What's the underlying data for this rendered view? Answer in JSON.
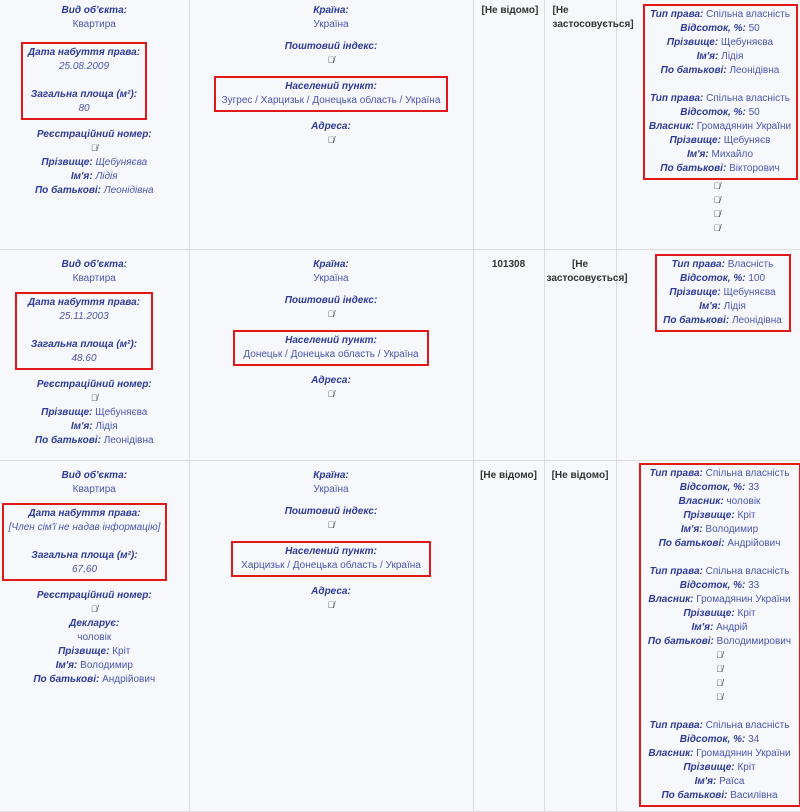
{
  "labels": {
    "object_type": "Вид об'єкта:",
    "acquired": "Дата набуття права:",
    "area": "Загальна площа (м²):",
    "reg_no": "Реєстраційний номер:",
    "surname": "Прізвище:",
    "name": "Ім'я:",
    "patronymic": "По батькові:",
    "country": "Країна:",
    "postal": "Поштовий індекс:",
    "locality": "Населений пункт:",
    "address": "Адреса:",
    "right_type": "Тип права:",
    "share": "Відсоток, %:",
    "owner": "Власник:",
    "declarant": "Декларує:"
  },
  "rows": [
    {
      "object_type": "Квартира",
      "acquired": "25.08.2009",
      "area": "80",
      "surname": "Щебуняєва",
      "name": "Лідія",
      "patronymic": "Леонідівна",
      "country": "Україна",
      "locality": "Зугрес / Харцизьк / Донецька область / Україна",
      "col3": "[Не відомо]",
      "col4a": "[Не",
      "col4b": "застосовується]",
      "rights": [
        {
          "type": "Спільна власність",
          "share": "50",
          "surname": "Щебуняєва",
          "name": "Лідія",
          "patronymic": "Леонідівна"
        },
        {
          "type": "Спільна власність",
          "share": "50",
          "owner": "Громадянин України",
          "surname": "Щебуняєв",
          "name": "Михайло",
          "patronymic": "Вікторович"
        }
      ]
    },
    {
      "object_type": "Квартира",
      "acquired": "25.11.2003",
      "area": "48.60",
      "surname": "Щебуняєва",
      "name": "Лідія",
      "patronymic": "Леонідівна",
      "country": "Україна",
      "locality": "Донецьк / Донецька область / Україна",
      "col3": "101308",
      "col4a": "[Не",
      "col4b": "застосовується]",
      "rights": [
        {
          "type": "Власність",
          "share": "100",
          "surname": "Щебуняєва",
          "name": "Лідія",
          "patronymic": "Леонідівна"
        }
      ]
    },
    {
      "object_type": "Квартира",
      "acquired": "[Член сім'ї не надав інформацію]",
      "area": "67,60",
      "declarant": "чоловік",
      "surname": "Кріт",
      "name": "Володимир",
      "patronymic": "Андрійович",
      "country": "Україна",
      "locality": "Харцизьк / Донецька область / Україна",
      "col3": "[Не відомо]",
      "col4": "[Не відомо]",
      "rights": [
        {
          "type": "Спільна власність",
          "share": "33",
          "owner": "чоловік",
          "surname": "Кріт",
          "name": "Володимир",
          "patronymic": "Андрійович"
        },
        {
          "type": "Спільна власність",
          "share": "33",
          "owner": "Громадянин України",
          "surname": "Кріт",
          "name": "Андрій",
          "patronymic": "Володимирович"
        },
        {
          "type": "Спільна власність",
          "share": "34",
          "owner": "Громадянин України",
          "surname": "Кріт",
          "name": "Раїса",
          "patronymic": "Василівна"
        }
      ]
    }
  ],
  "icons": {
    "hidden": "eye-slash-icon"
  }
}
